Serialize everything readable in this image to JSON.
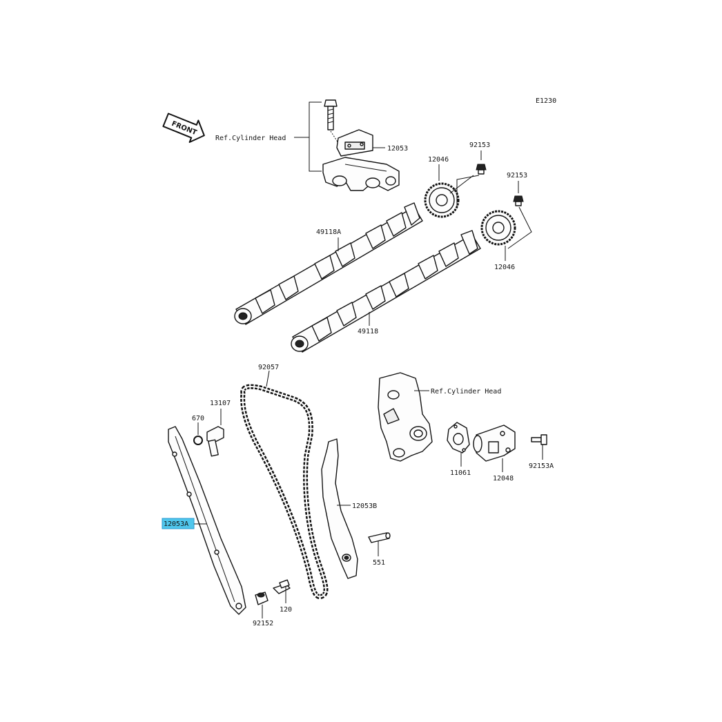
{
  "diagram": {
    "code": "E1230",
    "front_label": "FRONT",
    "ref_cylinder_head_top": "Ref.Cylinder Head",
    "ref_cylinder_head_mid": "Ref.Cylinder Head",
    "parts": {
      "p12053": "12053",
      "p92153_a": "92153",
      "p92153_b": "92153",
      "p12046_a": "12046",
      "p12046_b": "12046",
      "p49118A": "49118A",
      "p49118": "49118",
      "p92057": "92057",
      "p13107": "13107",
      "p670": "670",
      "p12053B": "12053B",
      "p11061": "11061",
      "p12048": "12048",
      "p92153A": "92153A",
      "p551": "551",
      "p120": "120",
      "p92152": "92152",
      "p12053A": "12053A"
    },
    "highlighted_part": "12053A",
    "highlight_color": "#4fc6ec"
  }
}
